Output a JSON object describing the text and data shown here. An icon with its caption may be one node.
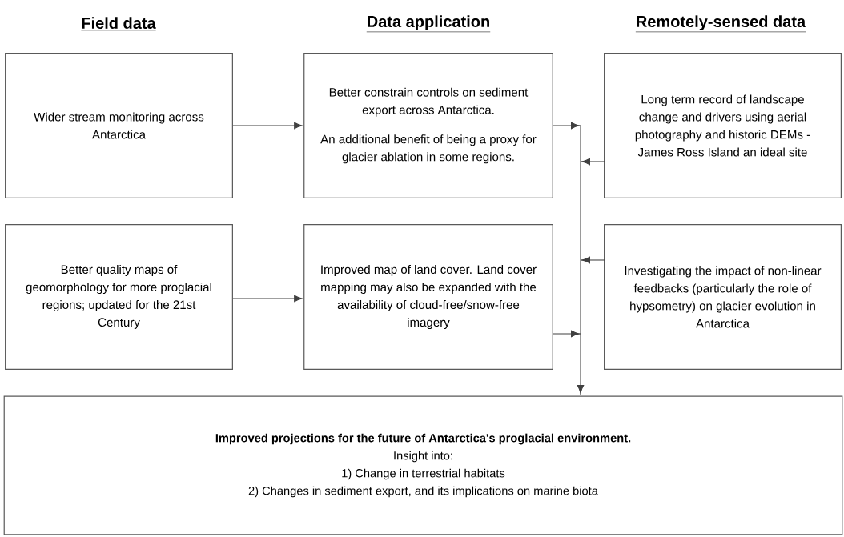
{
  "diagram": {
    "nodes": [
      {
        "text": [
          "Wider stream monitoring across Antarctica"
        ]
      },
      {
        "text": [
          "Better constrain controls on sediment export across Antarctica.",
          "An additional benefit of being a proxy for glacier ablation in some regions."
        ]
      },
      {
        "text": [
          "Long term record of landscape change and drivers using aerial photography and historic DEMs - James Ross Island an ideal site"
        ]
      },
      {
        "text": [
          "Better quality maps of geomorphology for more proglacial regions; updated for the 21st Century"
        ]
      },
      {
        "text": [
          "Improved map of land cover. Land cover mapping may also be expanded with the availability of cloud-free/snow-free imagery"
        ]
      },
      {
        "text": [
          "Investigating the impact of non-linear feedbacks (particularly the role of hypsometry) on glacier evolution in Antarctica"
        ]
      },
      {
        "text": [
          "Improved projections for the future of Antarctica's proglacial environment.",
          "Insight into:",
          "1) Change in terrestrial habitats",
          "2) Changes in sediment export, and its implications on marine biota"
        ]
      }
    ],
    "edges": [
      {
        "from": 0,
        "to": 1,
        "arrow": "to"
      },
      {
        "from": 1,
        "to": 6,
        "arrow": "to"
      },
      {
        "from": 2,
        "to": 6,
        "arrow": "to"
      },
      {
        "from": 3,
        "to": 4,
        "arrow": "to"
      },
      {
        "from": 4,
        "to": 6,
        "arrow": "to"
      },
      {
        "from": 5,
        "to": 6,
        "arrow": "to"
      }
    ],
    "labels": [
      "Field data",
      "Data application",
      "Remotely-sensed data"
    ]
  }
}
